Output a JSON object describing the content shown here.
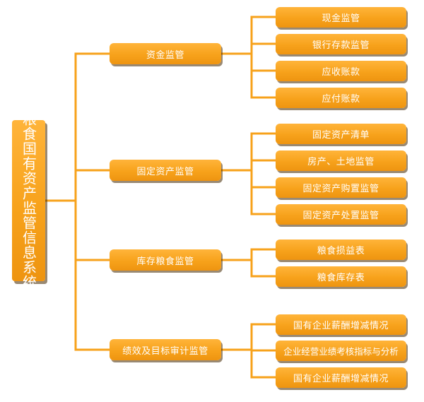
{
  "root": {
    "label": "粮食国有资产监管信息系统"
  },
  "branches": [
    {
      "label": "资金监管",
      "children": [
        "现金监管",
        "银行存款监管",
        "应收账款",
        "应付账款"
      ]
    },
    {
      "label": "固定资产监管",
      "children": [
        "固定资产清单",
        "房产、土地监管",
        "固定资产购置监管",
        "固定资产处置监管"
      ]
    },
    {
      "label": "库存粮食监管",
      "children": [
        "粮食损益表",
        "粮食库存表"
      ]
    },
    {
      "label": "绩效及目标审计监管",
      "children": [
        "国有企业薪酬增减情况",
        "企业经营业绩考核指标与分析",
        "国有企业薪酬增减情况"
      ]
    }
  ],
  "colors": {
    "node_fill": "#f7a21b",
    "connector": "#f7a21b",
    "text": "#ffffff",
    "shadow": "#462800"
  }
}
